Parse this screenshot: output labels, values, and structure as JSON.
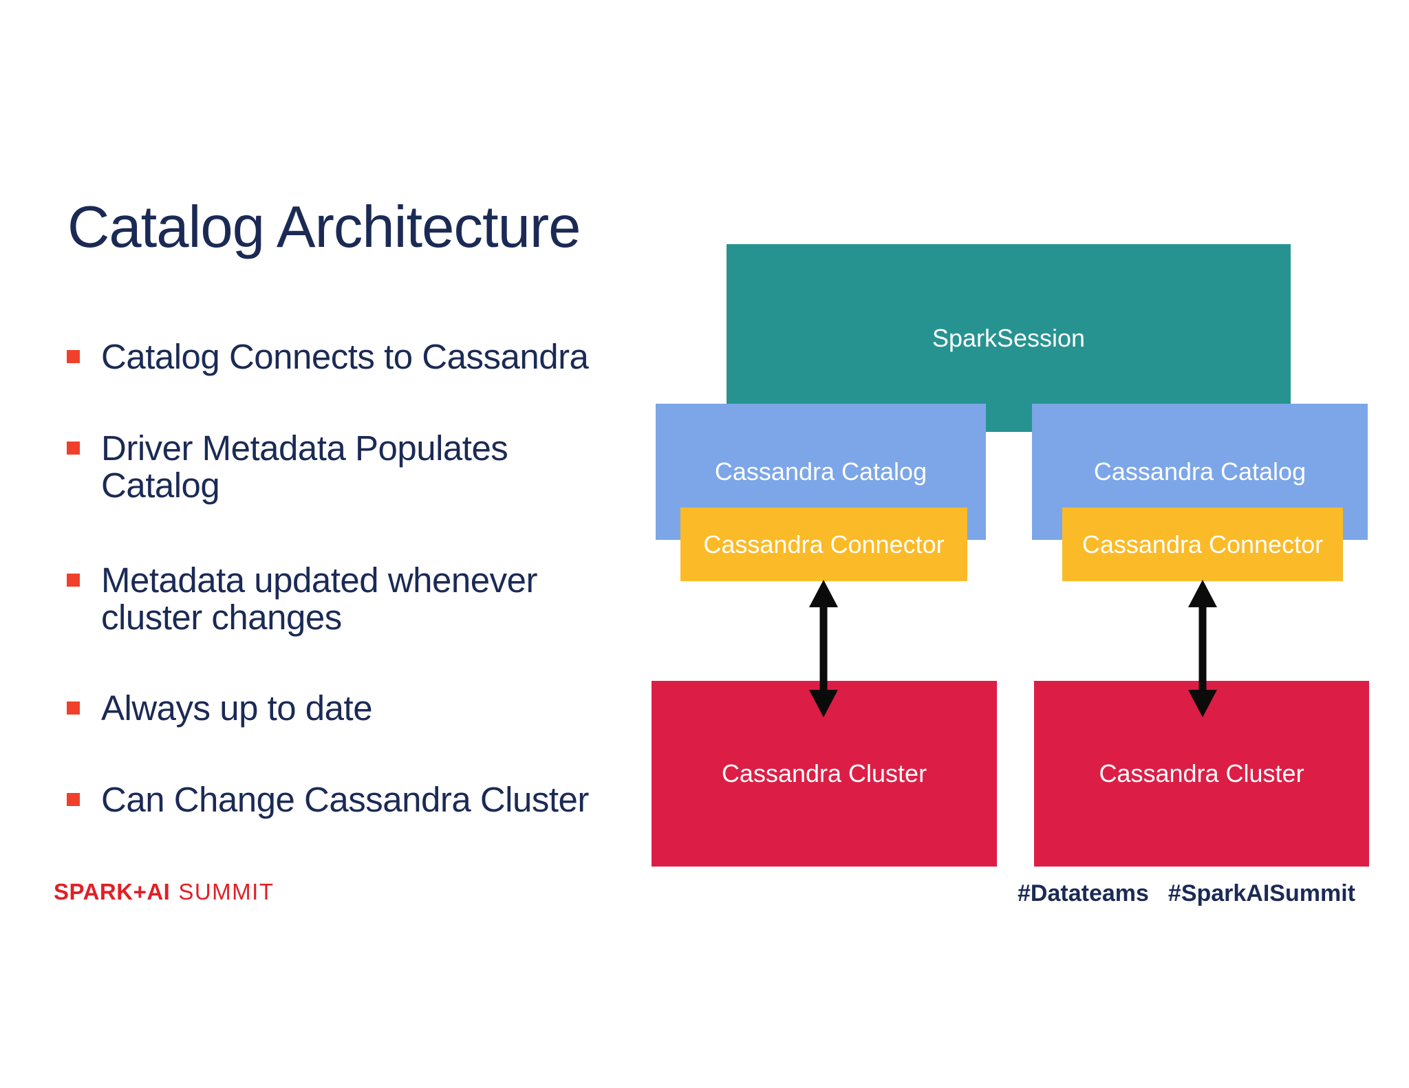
{
  "slide": {
    "title": "Catalog Architecture",
    "bullets": [
      "Catalog Connects to Cassandra",
      "Driver Metadata Populates Catalog",
      "Metadata updated whenever cluster changes",
      "Always up to date",
      "Can Change Cassandra Cluster"
    ],
    "footer": {
      "logo_primary": "SPARK+AI",
      "logo_secondary": "SUMMIT",
      "hashtags": [
        "#Datateams",
        "#SparkAISummit"
      ]
    }
  },
  "diagram": {
    "nodes": [
      {
        "id": "spark-session",
        "label": "SparkSession",
        "color": "#279391"
      },
      {
        "id": "catalog-left",
        "label": "Cassandra Catalog",
        "color": "#7ca6e8"
      },
      {
        "id": "connector-left",
        "label": "Cassandra Connector",
        "color": "#fbba27"
      },
      {
        "id": "cluster-left",
        "label": "Cassandra Cluster",
        "color": "#dc1e46"
      },
      {
        "id": "catalog-right",
        "label": "Cassandra Catalog",
        "color": "#7ca6e8"
      },
      {
        "id": "connector-right",
        "label": "Cassandra Connector",
        "color": "#fbba27"
      },
      {
        "id": "cluster-right",
        "label": "Cassandra Cluster",
        "color": "#dc1e46"
      }
    ],
    "edges": [
      {
        "from": "connector-left",
        "to": "cluster-left",
        "type": "bidirectional",
        "color": "#0b0b0b"
      },
      {
        "from": "connector-right",
        "to": "cluster-right",
        "type": "bidirectional",
        "color": "#0b0b0b"
      }
    ]
  },
  "colors": {
    "teal": "#279391",
    "blue": "#7ca6e8",
    "yellow": "#fbba27",
    "red": "#dc1e46",
    "bullet": "#f0402c",
    "navy": "#1b2a55",
    "logo-red": "#e02027",
    "box-text": "#ffffff"
  }
}
